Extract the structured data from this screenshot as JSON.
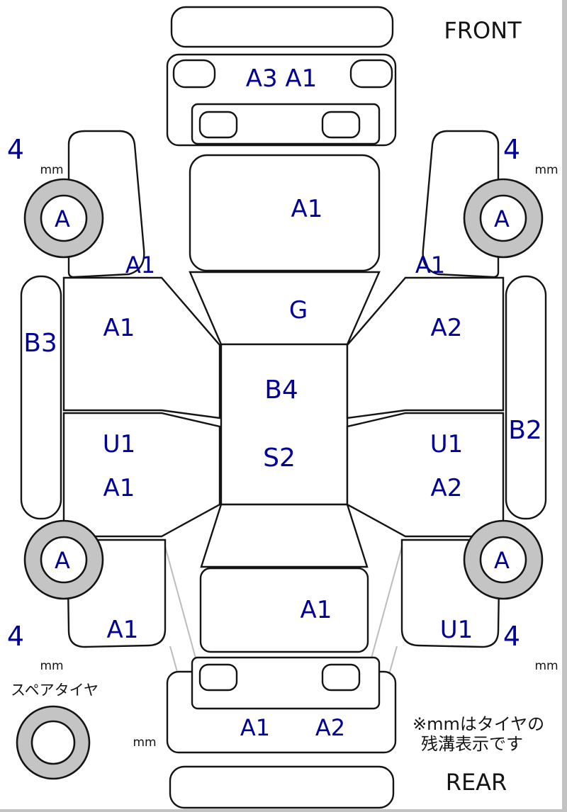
{
  "diagram": {
    "front_label": "FRONT",
    "rear_label": "REAR",
    "spare_tire_label": "スペアタイヤ",
    "note_line1": "※mmはタイヤの",
    "note_line2": "残溝表示です",
    "rear_bumper_mm": "mm",
    "accent_color": "#000099",
    "line_color": "#141414",
    "tire_ring_color": "#c4c4c4",
    "panels": {
      "front_bumper": "A3 A1",
      "hood": "A1",
      "windshield": "G",
      "roof": "B4",
      "floor": "S2",
      "trunk": "A1",
      "rear_bumper_left": "A1",
      "rear_bumper_right": "A2",
      "left_fender": "A1",
      "left_front_door": "A1",
      "left_rear_door_line1": "U1",
      "left_rear_door_line2": "A1",
      "left_sill": "B3",
      "left_quarter": "A1",
      "right_fender": "A1",
      "right_front_door": "A2",
      "right_rear_door_line1": "U1",
      "right_rear_door_line2": "A2",
      "right_sill": "B2",
      "right_quarter": "U1"
    },
    "tires": {
      "front_left": {
        "tread": "4",
        "unit": "mm",
        "grade": "A"
      },
      "front_right": {
        "tread": "4",
        "unit": "mm",
        "grade": "A"
      },
      "rear_left": {
        "tread": "4",
        "unit": "mm",
        "grade": "A"
      },
      "rear_right": {
        "tread": "4",
        "unit": "mm",
        "grade": "A"
      }
    }
  }
}
